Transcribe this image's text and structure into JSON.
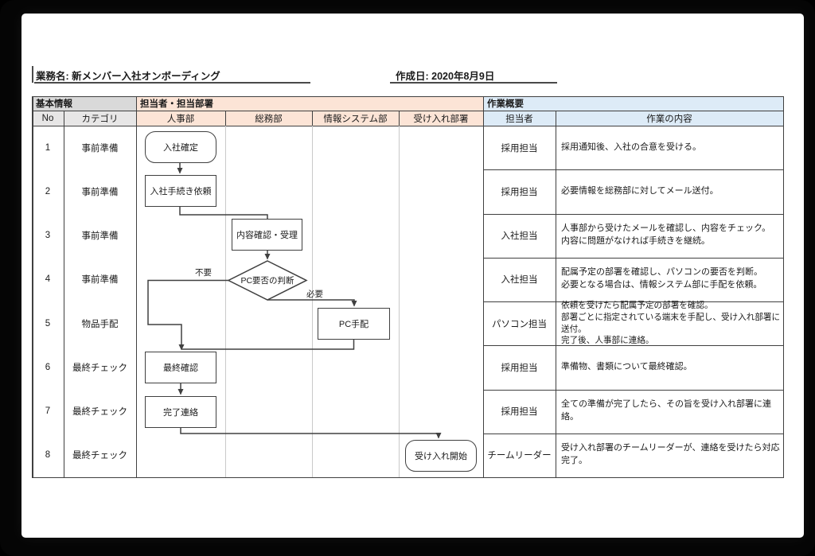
{
  "header": {
    "business_name": "業務名: 新メンバー入社オンボーディング",
    "created_date": "作成日: 2020年8月9日"
  },
  "table": {
    "section_basic": "基本情報",
    "section_owners": "担当者・担当部署",
    "section_summary": "作業概要",
    "col_no": "No",
    "col_category": "カテゴリ",
    "lanes": [
      "人事部",
      "総務部",
      "情報システム部",
      "受け入れ部署"
    ],
    "col_person": "担当者",
    "col_content": "作業の内容",
    "rows": [
      {
        "no": "1",
        "category": "事前準備",
        "person": "採用担当",
        "content": [
          "採用通知後、入社の合意を受ける。"
        ]
      },
      {
        "no": "2",
        "category": "事前準備",
        "person": "採用担当",
        "content": [
          "必要情報を総務部に対してメール送付。"
        ]
      },
      {
        "no": "3",
        "category": "事前準備",
        "person": "入社担当",
        "content": [
          "人事部から受けたメールを確認し、内容をチェック。",
          "内容に問題がなければ手続きを継続。"
        ]
      },
      {
        "no": "4",
        "category": "事前準備",
        "person": "入社担当",
        "content": [
          "配属予定の部署を確認し、パソコンの要否を判断。",
          "必要となる場合は、情報システム部に手配を依頼。"
        ]
      },
      {
        "no": "5",
        "category": "物品手配",
        "person": "パソコン担当",
        "content": [
          "依頼を受けたら配属予定の部署を確認。",
          "部署ごとに指定されている端末を手配し、受け入れ部署に送付。",
          "完了後、人事部に連絡。"
        ]
      },
      {
        "no": "6",
        "category": "最終チェック",
        "person": "採用担当",
        "content": [
          "準備物、書類について最終確認。"
        ]
      },
      {
        "no": "7",
        "category": "最終チェック",
        "person": "採用担当",
        "content": [
          "全ての準備が完了したら、その旨を受け入れ部署に連絡。"
        ]
      },
      {
        "no": "8",
        "category": "最終チェック",
        "person": "チームリーダー",
        "content": [
          "受け入れ部署のチームリーダーが、連絡を受けたら対応完了。"
        ]
      }
    ]
  },
  "flowchart": {
    "nodes": {
      "start": "入社確定",
      "request": "入社手続き依頼",
      "confirm": "内容確認・受理",
      "decision": "PC要否の判断",
      "pc": "PC手配",
      "final": "最終確認",
      "done": "完了連絡",
      "accept": "受け入れ開始"
    },
    "edge_labels": {
      "no": "不要",
      "yes": "必要"
    }
  },
  "colors": {
    "owners_header": "#FCE4D6",
    "summary_header": "#DDEBF7",
    "basic_header": "#D9D9D9",
    "border_dark": "#404040",
    "lane_divider": "#C9C9C9"
  }
}
